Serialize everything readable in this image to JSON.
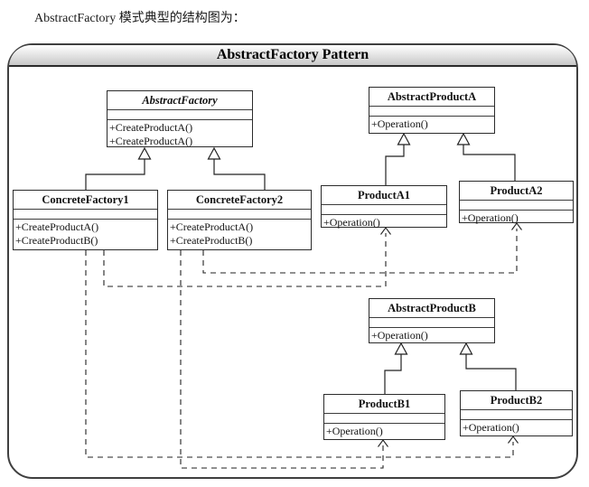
{
  "page": {
    "caption": "AbstractFactory 模式典型的结构图为："
  },
  "diagram": {
    "title": "AbstractFactory Pattern"
  },
  "classes": [
    {
      "name": "AbstractFactory",
      "stereotype": "abstract",
      "methods": [
        "+CreateProductA()",
        "+CreateProductA()"
      ]
    },
    {
      "name": "AbstractProductA",
      "methods": [
        "+Operation()"
      ]
    },
    {
      "name": "ConcreteFactory1",
      "methods": [
        "+CreateProductA()",
        "+CreateProductB()"
      ]
    },
    {
      "name": "ConcreteFactory2",
      "methods": [
        "+CreateProductA()",
        "+CreateProductB()"
      ]
    },
    {
      "name": "ProductA1",
      "methods": [
        "+Operation()"
      ]
    },
    {
      "name": "ProductA2",
      "methods": [
        "+Operation()"
      ]
    },
    {
      "name": "AbstractProductB",
      "methods": [
        "+Operation()"
      ]
    },
    {
      "name": "ProductB1",
      "methods": [
        "+Operation()"
      ]
    },
    {
      "name": "ProductB2",
      "methods": [
        "+Operation()"
      ]
    }
  ],
  "relationships": {
    "generalizations": [
      "ConcreteFactory1 --|> AbstractFactory",
      "ConcreteFactory2 --|> AbstractFactory",
      "ProductA1 --|> AbstractProductA",
      "ProductA2 --|> AbstractProductA",
      "ProductB1 --|> AbstractProductB",
      "ProductB2 --|> AbstractProductB"
    ],
    "dependencies_dashed": [
      "ConcreteFactory1 ..> ProductA1",
      "ConcreteFactory2 ..> ProductA2",
      "ConcreteFactory1 ..> ProductB2",
      "ConcreteFactory2 ..> ProductB1"
    ]
  },
  "colors": {
    "background": "#ffffff",
    "box_border": "#2b2b2b",
    "frame_border": "#3f3f3f",
    "header_gradient_top": "#ffffff",
    "header_gradient_bottom": "#c8c8c8",
    "line": "#222222",
    "text": "#111111"
  }
}
